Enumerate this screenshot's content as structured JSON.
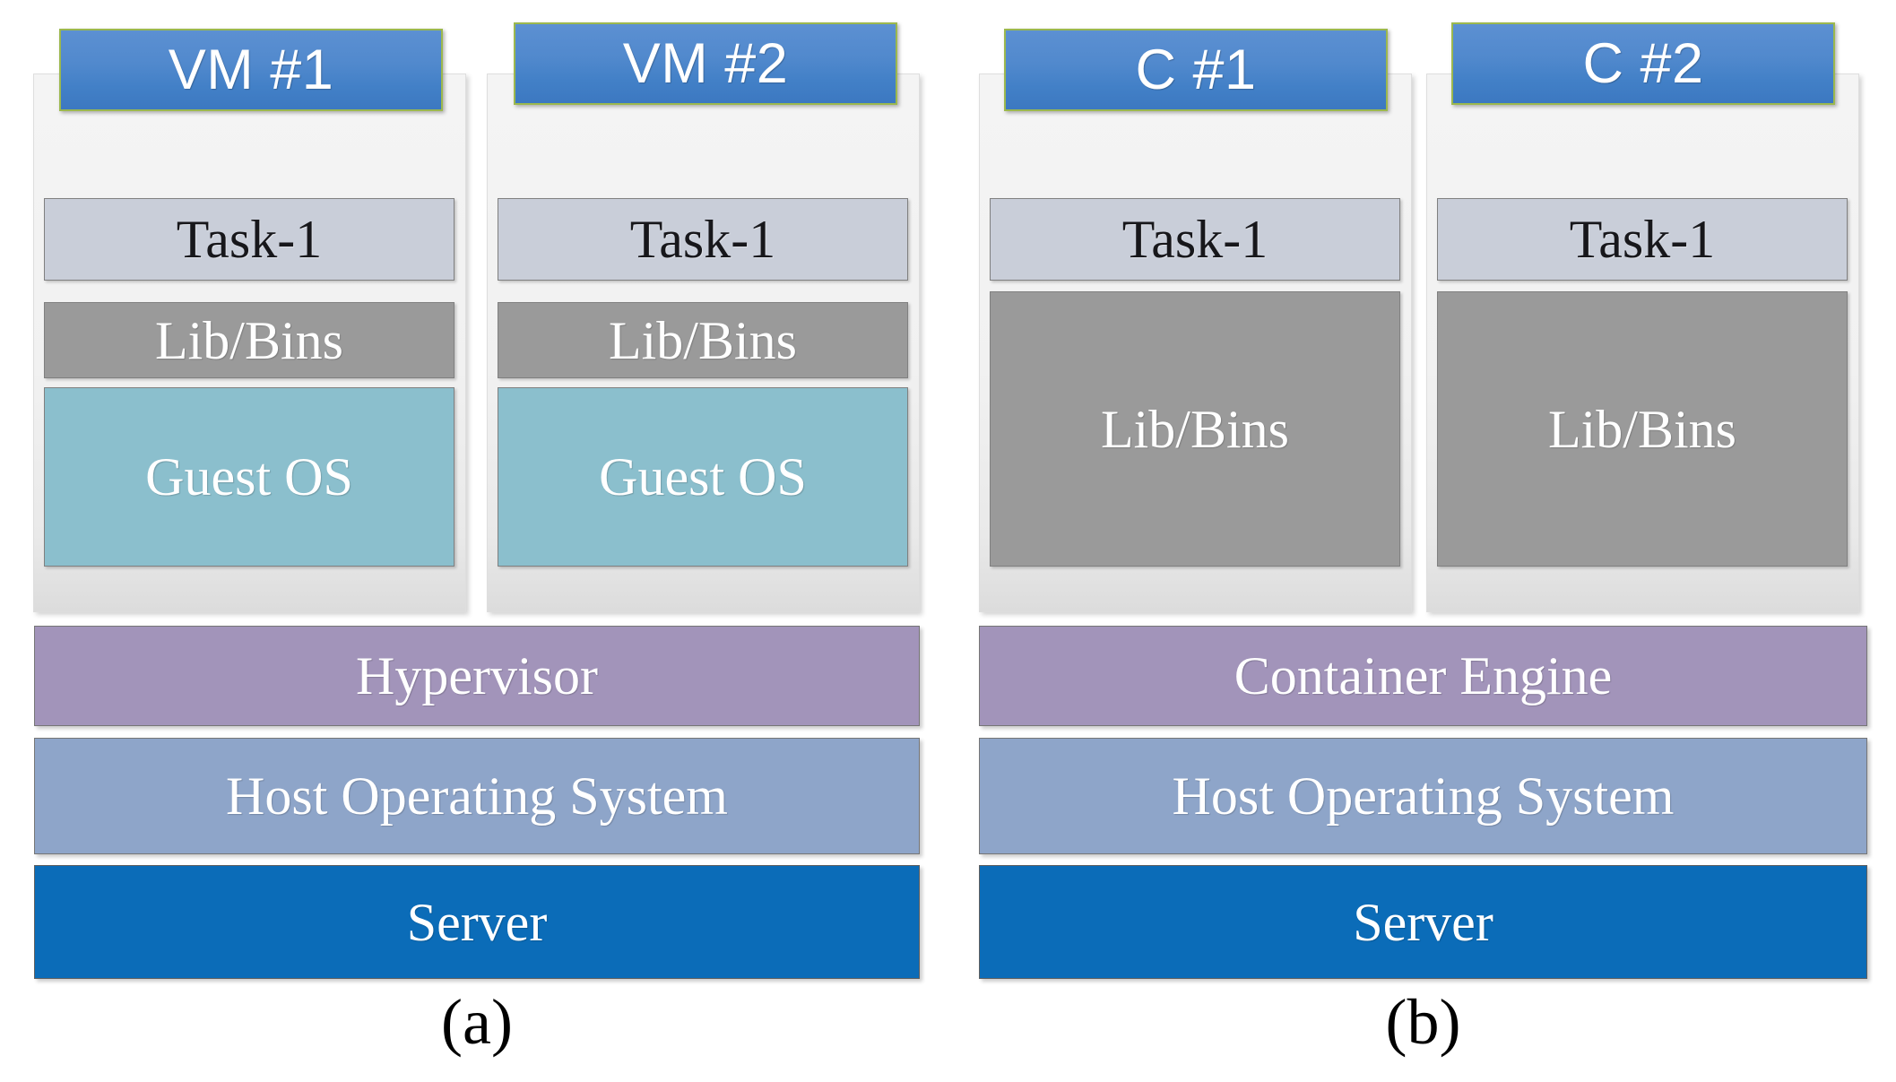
{
  "figure": {
    "panels": [
      {
        "id": "panel-a",
        "caption": "(a)",
        "units": [
          {
            "header": "VM #1",
            "layers": [
              {
                "label": "Task-1",
                "kind": "task"
              },
              {
                "label": "Lib/Bins",
                "kind": "libbins"
              },
              {
                "label": "Guest OS",
                "kind": "guestos"
              }
            ]
          },
          {
            "header": "VM #2",
            "layers": [
              {
                "label": "Task-1",
                "kind": "task"
              },
              {
                "label": "Lib/Bins",
                "kind": "libbins"
              },
              {
                "label": "Guest OS",
                "kind": "guestos"
              }
            ]
          }
        ],
        "bars": [
          {
            "label": "Hypervisor",
            "kind": "hypervisor"
          },
          {
            "label": "Host Operating System",
            "kind": "hostos"
          },
          {
            "label": "Server",
            "kind": "server"
          }
        ]
      },
      {
        "id": "panel-b",
        "caption": "(b)",
        "units": [
          {
            "header": "C #1",
            "layers": [
              {
                "label": "Task-1",
                "kind": "task"
              },
              {
                "label": "Lib/Bins",
                "kind": "libbins"
              }
            ]
          },
          {
            "header": "C #2",
            "layers": [
              {
                "label": "Task-1",
                "kind": "task"
              },
              {
                "label": "Lib/Bins",
                "kind": "libbins"
              }
            ]
          }
        ],
        "bars": [
          {
            "label": "Container Engine",
            "kind": "engine"
          },
          {
            "label": "Host Operating System",
            "kind": "hostos"
          },
          {
            "label": "Server",
            "kind": "server"
          }
        ]
      }
    ]
  },
  "colors": {
    "chip_blue_top": "#5c90d2",
    "chip_blue_bottom": "#3c78c1",
    "chip_border_green": "#9cb84e",
    "task_gray": "#c9ced9",
    "libbins_gray": "#9a9a9a",
    "guestos_cyan": "#8bbfcd",
    "hypervisor_purple": "#a294ba",
    "hostos_blue": "#8ea5c9",
    "server_blue": "#0b6cb8",
    "shell_white": "#f1f1f1",
    "background": "#ffffff"
  }
}
